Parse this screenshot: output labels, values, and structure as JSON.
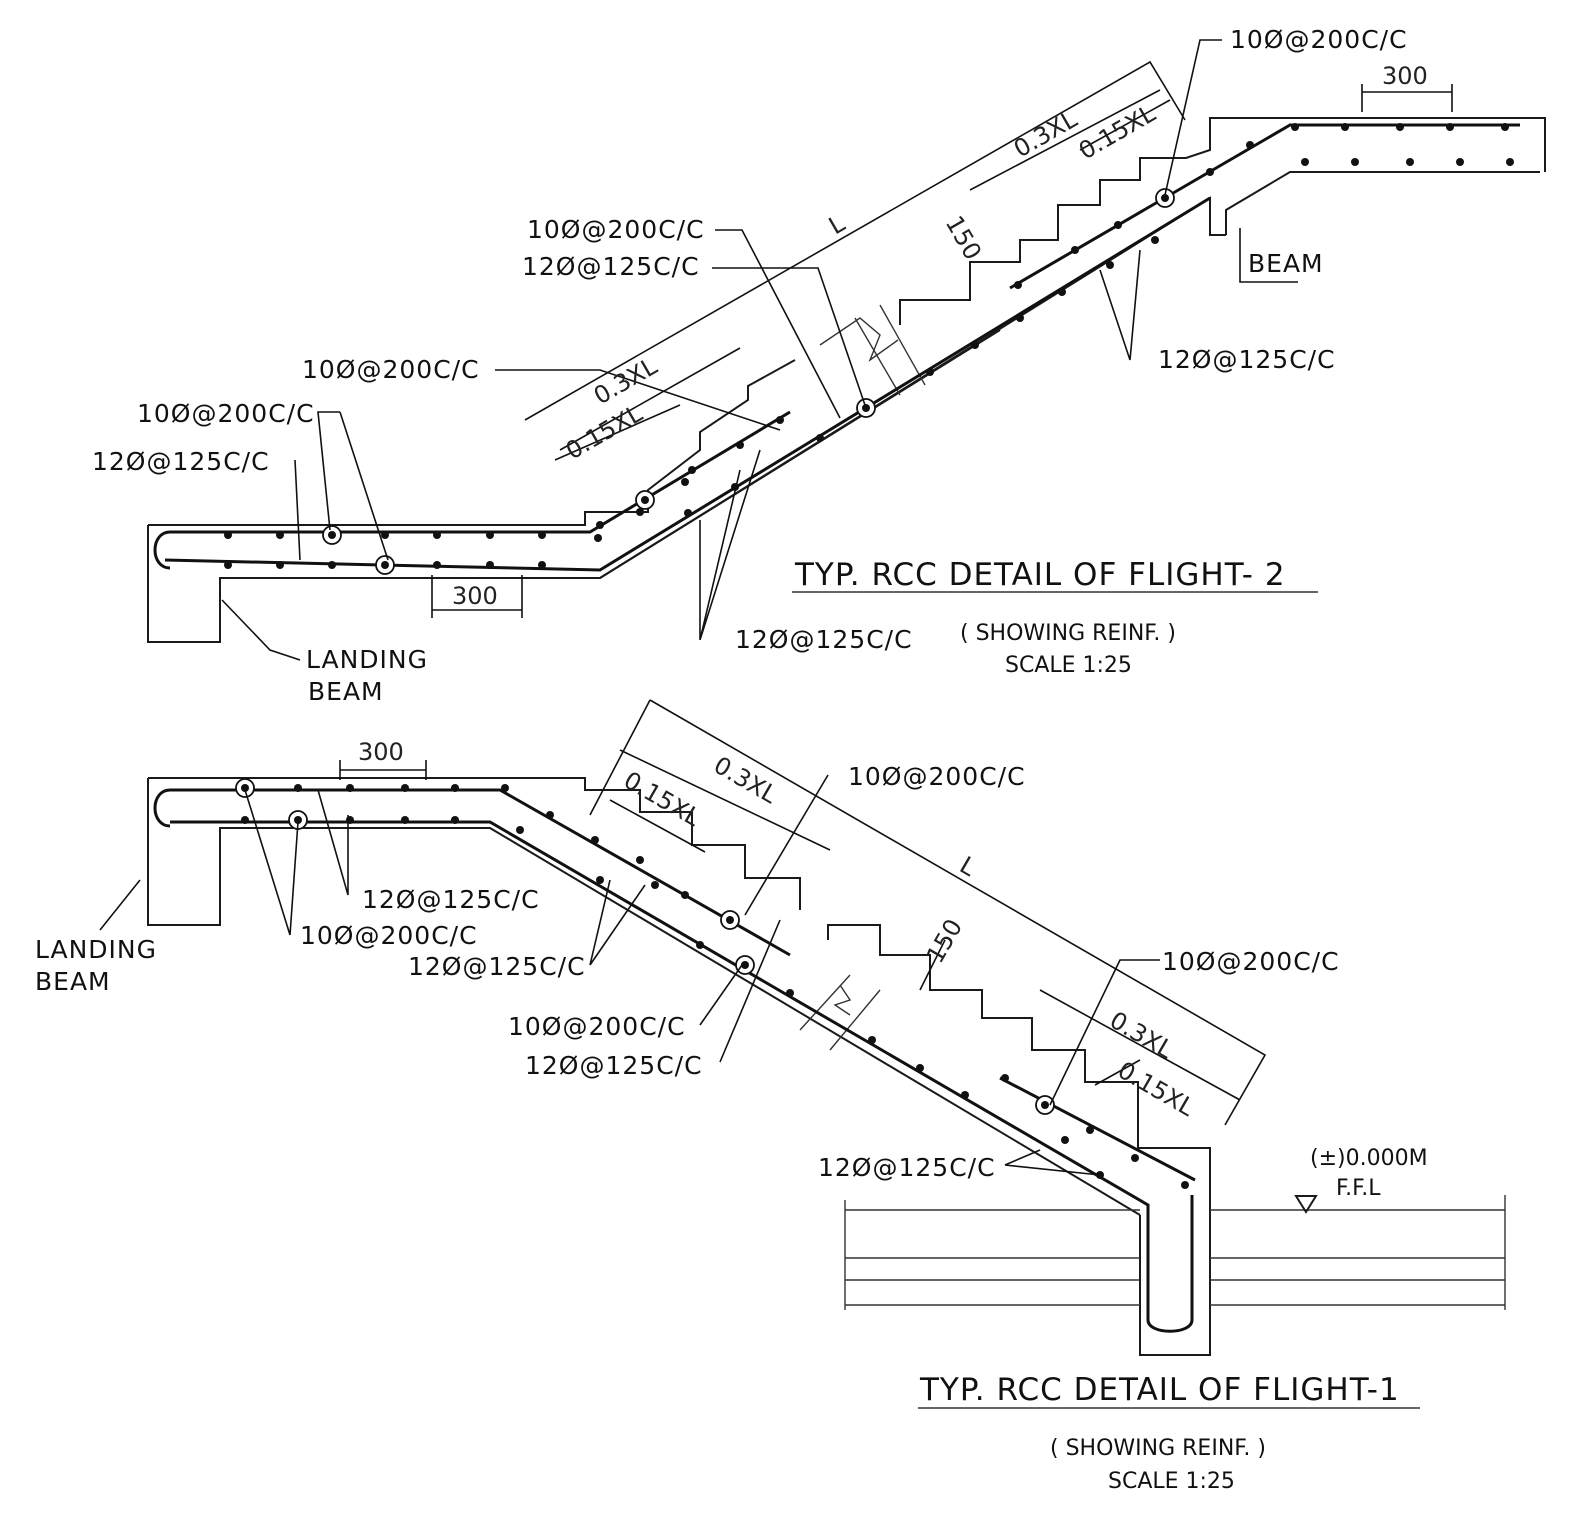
{
  "flight2": {
    "title": "TYP. RCC DETAIL OF FLIGHT- 2",
    "subtitle": "( SHOWING REINF. )",
    "scale": "SCALE 1:25",
    "labels": {
      "top_right_bar": "10Ø@200C/C",
      "dim_300_top": "300",
      "dim_0_3xl_top": "0.3XL",
      "dim_0_15xl_top": "0.15XL",
      "dim_L": "L",
      "dim_150": "150",
      "beam": "BEAM",
      "mid_10": "10Ø@200C/C",
      "mid_12": "12Ø@125C/C",
      "right_12": "12Ø@125C/C",
      "left_10a": "10Ø@200C/C",
      "left_10b": "10Ø@200C/C",
      "left_12": "12Ø@125C/C",
      "dim_0_3xl_bottom": "0.3XL",
      "dim_0_15xl_bottom": "0.15XL",
      "dim_300_bottom": "300",
      "bottom_12": "12Ø@125C/C",
      "landing_beam_1": "LANDING",
      "landing_beam_2": "BEAM"
    }
  },
  "flight1": {
    "title": "TYP. RCC DETAIL OF FLIGHT-1",
    "subtitle": "( SHOWING REINF. )",
    "scale": "SCALE 1:25",
    "labels": {
      "dim_300": "300",
      "dim_0_3xl_top": "0.3XL",
      "dim_0_15xl_top": "0.15XL",
      "top_10": "10Ø@200C/C",
      "dim_L": "L",
      "landing_beam_1": "LANDING",
      "landing_beam_2": "BEAM",
      "left_12": "12Ø@125C/C",
      "left_10": "10Ø@200C/C",
      "left_12b": "12Ø@125C/C",
      "dim_150": "150",
      "right_10": "10Ø@200C/C",
      "mid_10": "10Ø@200C/C",
      "mid_12": "12Ø@125C/C",
      "dim_0_3xl_bottom": "0.3XL",
      "dim_0_15xl_bottom": "0.15XL",
      "bottom_12": "12Ø@125C/C",
      "level": "(±)0.000M",
      "ffl": "F.F.L"
    }
  }
}
